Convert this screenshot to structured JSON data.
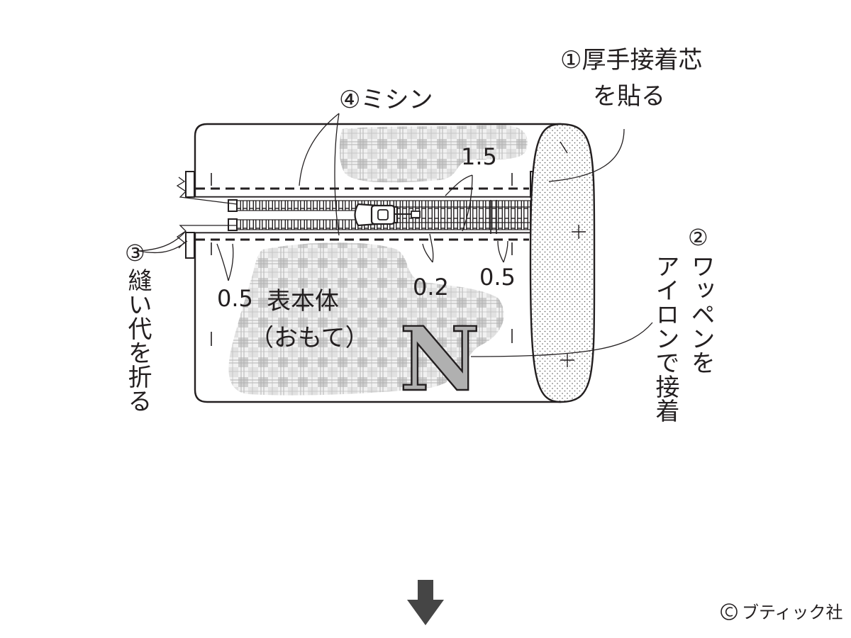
{
  "labels": {
    "interfacing_line1": "①厚手接着芯",
    "interfacing_line2": "を貼る",
    "sewing": "④ミシン",
    "patch_num": "②",
    "patch_col1": "ワッペンを",
    "patch_col2": "アイロンで接着",
    "fold_num": "③",
    "fold_col": "縫い代を折る",
    "body_line1": "表本体",
    "body_line2": "（おもて）",
    "patch_letter": "N",
    "copyright": "ブティック社"
  },
  "measurements": {
    "m_top": "1.5",
    "m_left": "0.5",
    "m_mid": "0.2",
    "m_right": "0.5"
  },
  "icons": {
    "next_step": "down-arrow-icon",
    "copyright": "copyright-icon"
  },
  "colors": {
    "ink": "#231f20",
    "plaid": "#bdbdbd",
    "patch_fill": "#b0b0b0"
  }
}
